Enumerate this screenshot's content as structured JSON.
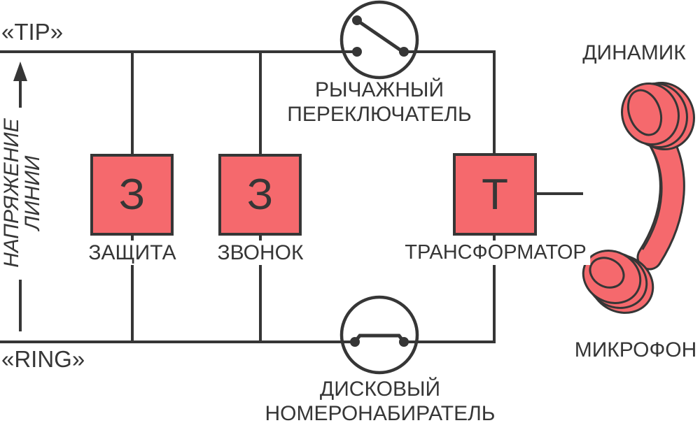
{
  "colors": {
    "red": "#F5696D",
    "ink": "#363636",
    "bg": "#FFFFFF"
  },
  "terminals": {
    "tip": "«TIP»",
    "ring": "«RING»"
  },
  "line_voltage_label": {
    "line1": "НАПРЯЖЕНИЕ",
    "line2": "ЛИНИИ"
  },
  "hook_switch": {
    "label_line1": "РЫЧАЖНЫЙ",
    "label_line2": "ПЕРЕКЛЮЧАТЕЛЬ",
    "state": "open"
  },
  "dial_switch": {
    "label_line1": "ДИСКОВЫЙ",
    "label_line2": "НОМЕРОНАБИРАТЕЛЬ",
    "state": "closed"
  },
  "blocks": {
    "protection": {
      "symbol": "З",
      "label": "ЗАЩИТА"
    },
    "bell": {
      "symbol": "З",
      "label": "ЗВОНОК"
    },
    "transformer": {
      "symbol": "Т",
      "label": "ТРАНСФОРМАТОР"
    }
  },
  "handset": {
    "speaker_label": "ДИНАМИК",
    "microphone_label": "МИКРОФОН"
  }
}
